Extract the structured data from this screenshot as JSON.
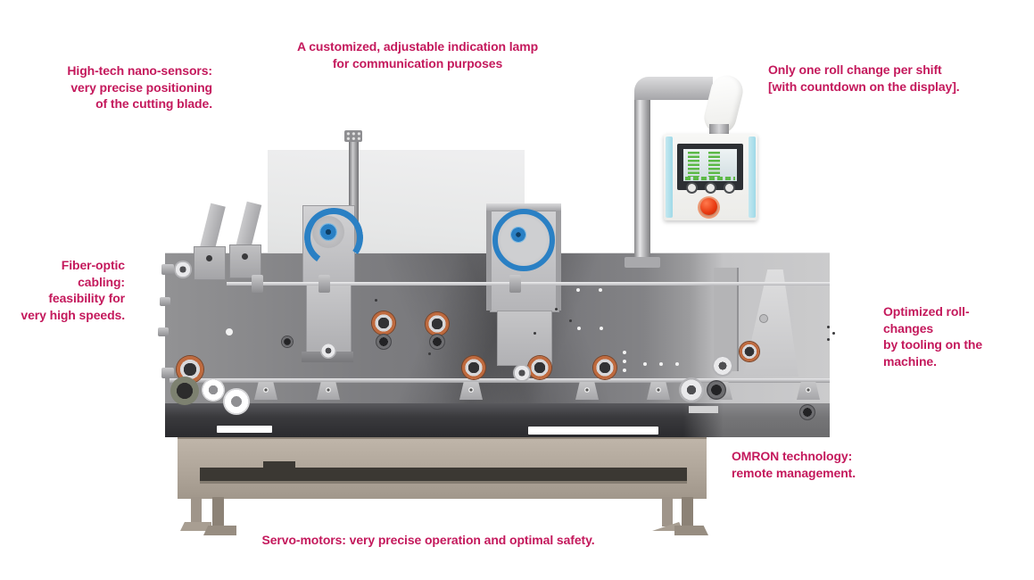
{
  "annotations": {
    "nano_sensors": "High-tech nano-sensors:\nvery precise positioning\nof the cutting blade.",
    "indication_lamp": "A customized, adjustable indication lamp\nfor communication purposes",
    "roll_change": "Only one roll change per shift\n[with countdown on the display].",
    "fiber_optic": "Fiber-optic\ncabling:\nfeasibility for\nvery high speeds.",
    "optimized_roll_changes": "Optimized roll-changes\nby tooling on the\nmachine.",
    "omron": "OMRON technology:\nremote management.",
    "servo_motors": "Servo-motors: very precise operation and optimal safety."
  },
  "colors": {
    "annotation": "#c4195c",
    "accent_blue": "#2a80c4",
    "roller_orange": "#bf6a3e",
    "estop_red": "#e8380f",
    "screen_green": "#5cb947",
    "panel_strip": "#9fd9e8",
    "base_tan": "#b2a89c"
  }
}
